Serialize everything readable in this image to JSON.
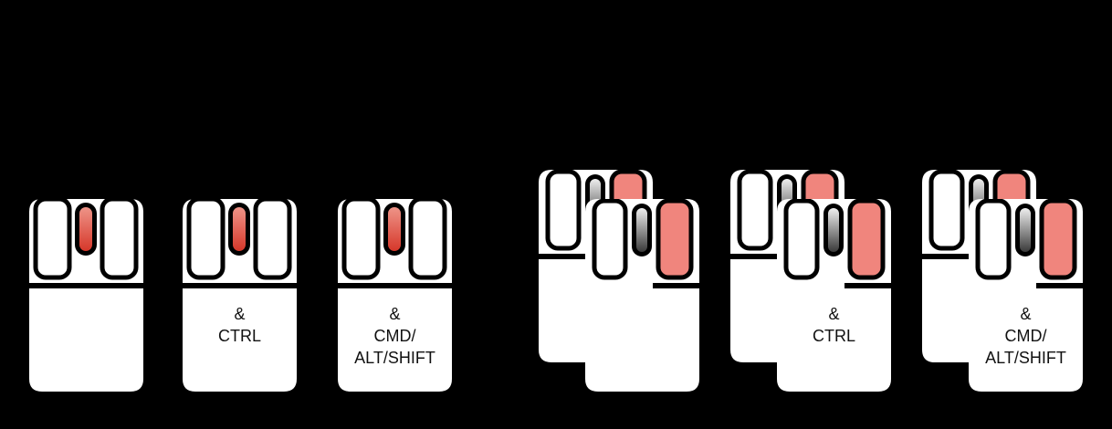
{
  "colors": {
    "background": "#000000",
    "body": "#ffffff",
    "wheel_active_top": "#ec8a7c",
    "wheel_active_bottom": "#d8392c",
    "wheel_idle_top": "#e6e6e6",
    "wheel_idle_bottom": "#444444",
    "button_active": "#f0857d"
  },
  "groups": [
    {
      "name": "scroll-wheel",
      "mice": [
        {
          "label": ""
        },
        {
          "label": "&\nCTRL"
        },
        {
          "label": "&\nCMD/\nALT/SHIFT"
        }
      ]
    },
    {
      "name": "right-drag",
      "mice": [
        {
          "label": ""
        },
        {
          "label": "&\nCTRL"
        },
        {
          "label": "&\nCMD/\nALT/SHIFT"
        }
      ]
    }
  ]
}
